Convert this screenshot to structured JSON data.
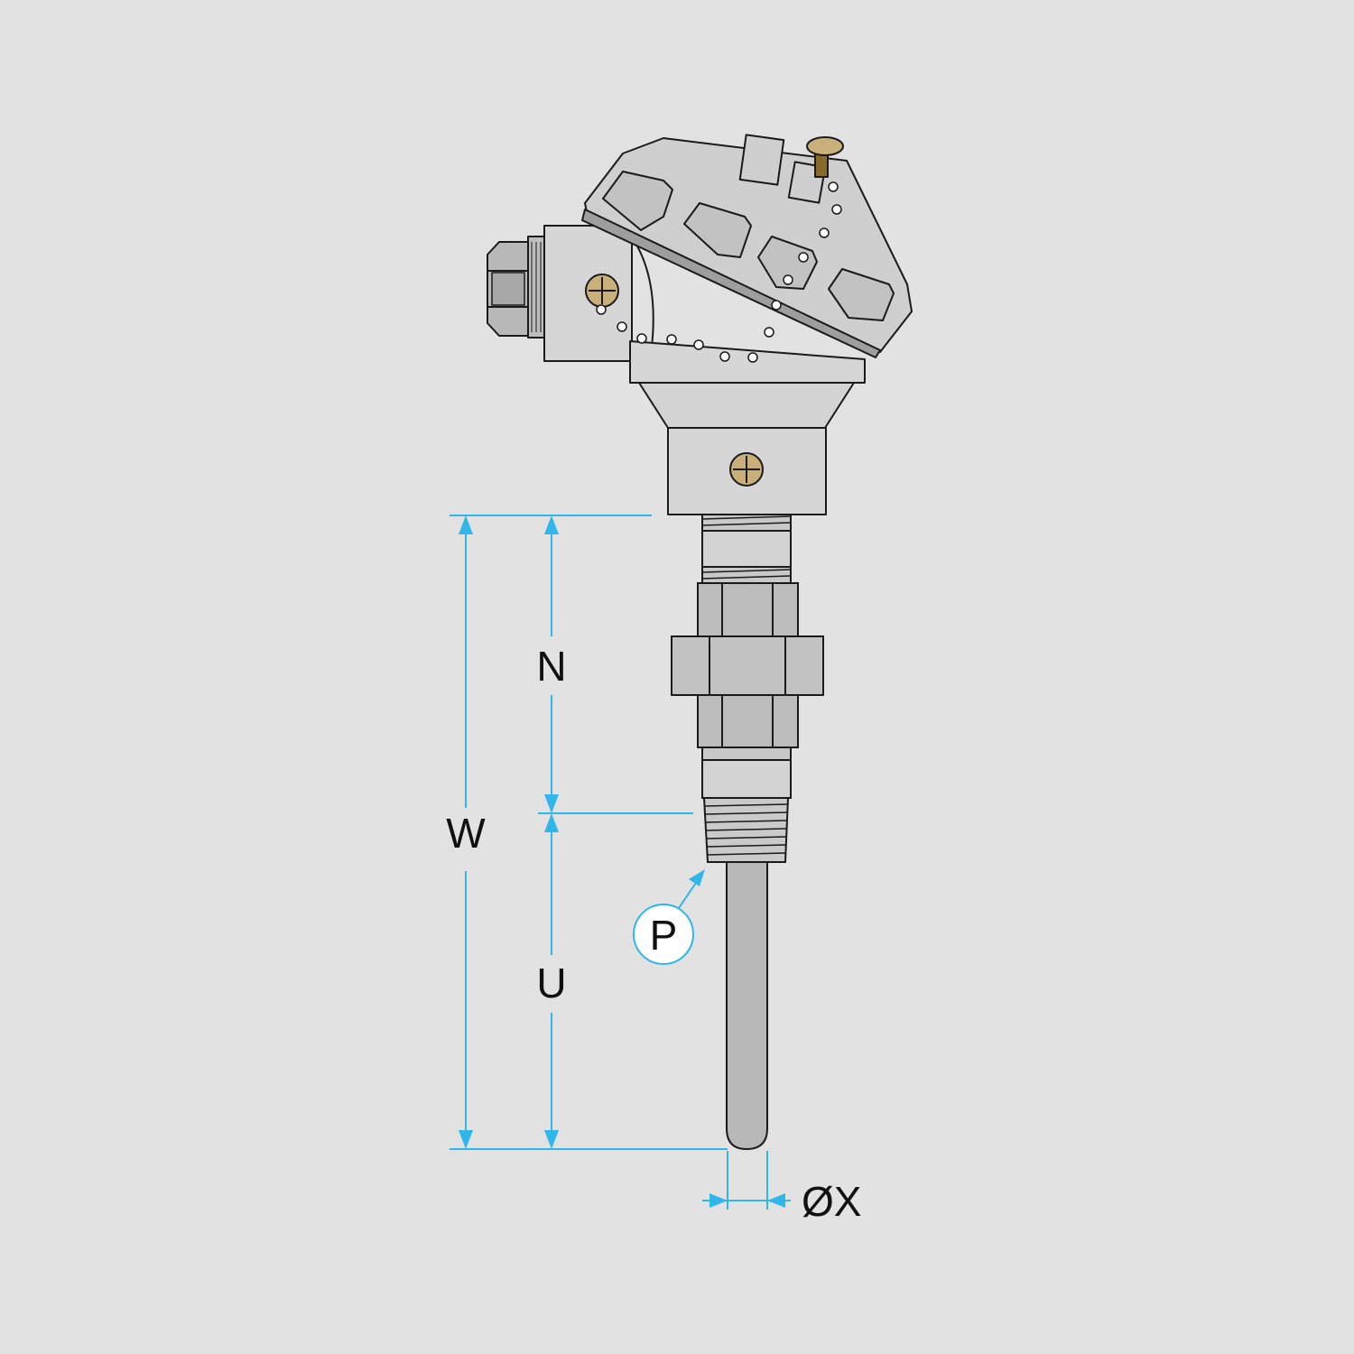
{
  "diagram": {
    "dimension_labels": {
      "W": "W",
      "N": "N",
      "U": "U",
      "P": "P",
      "diameter": "ØX"
    },
    "colors": {
      "background": "#e2e2e2",
      "dimension_lines": "#2fb6ea",
      "body_fill": "#d3d3d3",
      "dark_fill": "#a9a9a9",
      "outline": "#1a1a1a",
      "screw": "#c9b07a"
    }
  }
}
